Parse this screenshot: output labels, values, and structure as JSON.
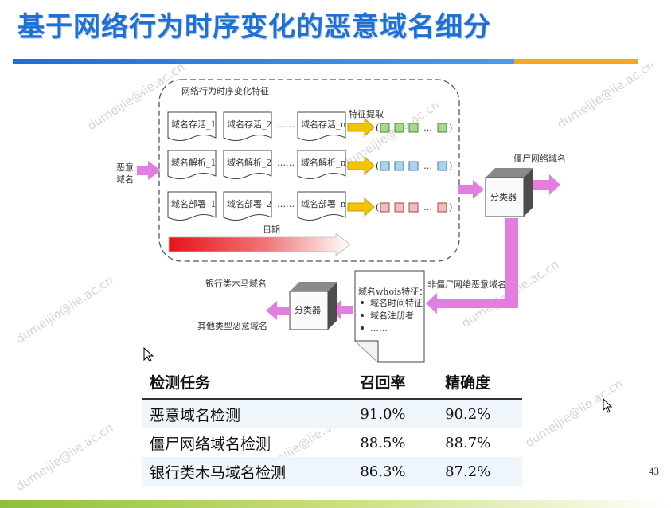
{
  "slide": {
    "title": "基于网络行为时序变化的恶意域名细分",
    "page_number": "43",
    "watermark": "dumeijie@iie.ac.cn"
  },
  "diagram": {
    "group_label": "网络行为时序变化特征",
    "input_label_line1": "恶意",
    "input_label_line2": "域名",
    "rows": [
      {
        "docs": [
          "域名存活_1",
          "域名存活_2",
          "域名存活_n"
        ],
        "color": "#a8d88c"
      },
      {
        "docs": [
          "域名解析_1",
          "域名解析_2",
          "域名解析_n"
        ],
        "color": "#a9d4ef"
      },
      {
        "docs": [
          "域名部署_1",
          "域名部署_2",
          "域名部署_n"
        ],
        "color": "#f2bcbc"
      }
    ],
    "ellipsis": "……",
    "feature_extract_label": "特征提取",
    "feature_ellipsis": "…",
    "date_label": "日期",
    "classifier_label": "分类器",
    "botnet_label": "僵尸网络域名",
    "non_botnet_label": "非僵尸网络恶意域名",
    "whois_title": "域名whois特征：",
    "whois_items": [
      "域名时间特征",
      "域名注册者",
      "……"
    ],
    "bank_trojan_label": "银行类木马域名",
    "other_label": "其他类型恶意域名",
    "colors": {
      "arrow_magenta": "#e37de0",
      "arrow_yellow": "#f5c400",
      "date_bar": "#e8121a"
    }
  },
  "results_table": {
    "headers": [
      "检测任务",
      "召回率",
      "精确度"
    ],
    "rows": [
      [
        "恶意域名检测",
        "91.0%",
        "90.2%"
      ],
      [
        "僵尸网络域名检测",
        "88.5%",
        "88.7%"
      ],
      [
        "银行类木马域名检测",
        "86.3%",
        "87.2%"
      ]
    ]
  }
}
